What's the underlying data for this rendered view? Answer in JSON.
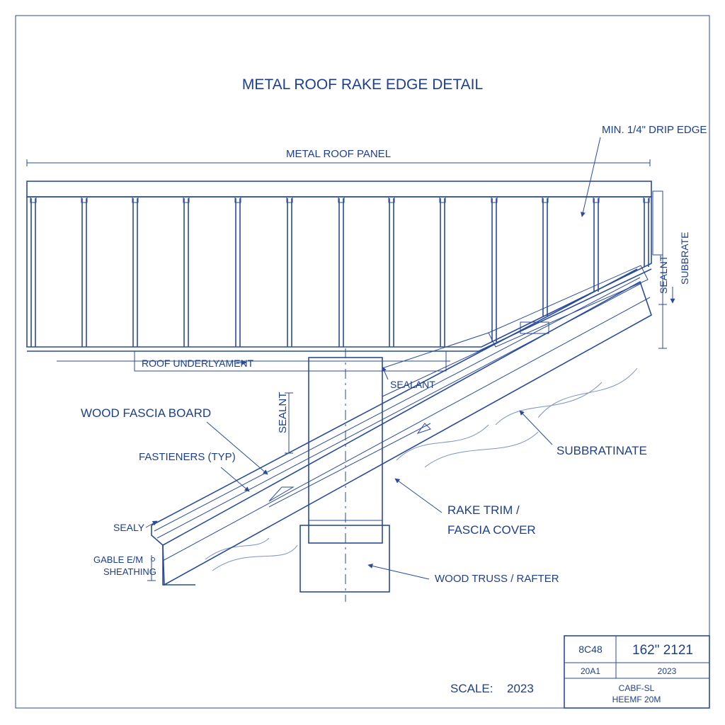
{
  "title": "METAL ROOF RAKE EDGE DETAIL",
  "labels": {
    "drip_edge": "MIN. 1/4\" DRIP EDGE",
    "metal_roof_panel": "METAL ROOF PANEL",
    "sealant_right_vertical": "SEALNT",
    "substrate_right_vertical": "SUBBRATE",
    "roof_underlayment": "ROOF UNDERLYAMENT",
    "sealant_mid": "SEALANT",
    "wood_fascia_board": "WOOD FASCIA BOARD",
    "sealant_vertical_center": "SEALNT",
    "subbratinate": "SUBBRATINATE",
    "fasteners": "FASTIENERS (TYP)",
    "rake_trim_line1": "RAKE TRIM /",
    "rake_trim_line2": "FASCIA COVER",
    "sealy": "SEALY",
    "gable_line1": "GABLE E/M",
    "gable_line2": "SHEATHING",
    "wood_truss": "WOOD TRUSS / RAFTER"
  },
  "scale": {
    "label": "SCALE:",
    "value": "2023"
  },
  "title_block": {
    "cell_a": "8C48",
    "cell_b": "162\" 2121",
    "cell_c": "20A1",
    "cell_d": "2023",
    "cell_e_line1": "CABF-SL",
    "cell_e_line2": "HEEMF 20M"
  },
  "colors": {
    "ink": "#1e3f8c",
    "line": "#2a4a9a",
    "paper": "#ffffff"
  }
}
